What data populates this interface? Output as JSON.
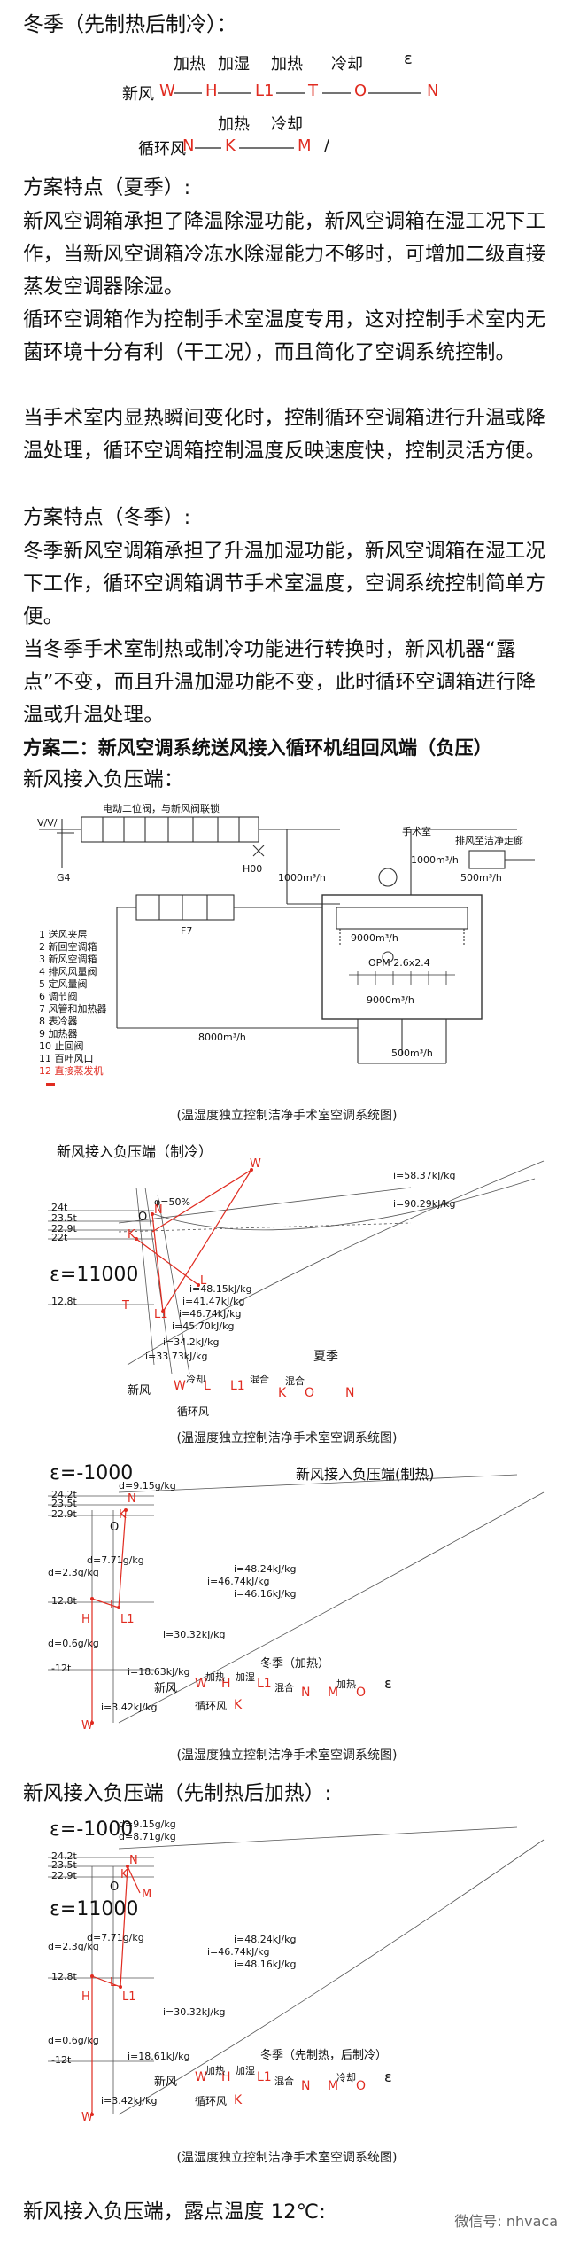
{
  "intro": {
    "title": "冬季（先制热后制冷）：",
    "proc_labels": [
      "加热",
      "加湿",
      "加热",
      "冷却",
      "ε"
    ],
    "fresh_label": "新风",
    "fresh_pts": [
      "W",
      "H",
      "L1",
      "T",
      "O",
      "N"
    ],
    "proc_labels2": [
      "加热",
      "冷却"
    ],
    "circ_label": "循环风",
    "circ_pts": [
      "N",
      "K",
      "M",
      "/"
    ]
  },
  "text": {
    "s1_title": "方案特点（夏季）:",
    "s1_p1": "新风空调箱承担了降温除湿功能，新风空调箱在湿工况下工作，当新风空调箱冷冻水除湿能力不够时，可增加二级直接蒸发空调器除湿。",
    "s1_p2": "循环空调箱作为控制手术室温度专用，这对控制手术室内无菌环境十分有利（干工况），而且简化了空调系统控制。",
    "s1_p3": "当手术室内显热瞬间变化时，控制循环空调箱进行升温或降温处理，循环空调箱控制温度反映速度快，控制灵活方便。",
    "s2_title": "方案特点（冬季）:",
    "s2_p1": "冬季新风空调箱承担了升温加湿功能，新风空调箱在湿工况下工作，循环空调箱调节手术室温度，空调系统控制简单方便。",
    "s2_p2": "当冬季手术室制热或制冷功能进行转换时，新风机器“露点”不变，而且升温加湿功能不变，此时循环空调箱进行降温或升温处理。",
    "plan2": "方案二：新风空调系统送风接入循环机组回风端（负压）",
    "sub1": "新风接入负压端：",
    "sub2": "新风接入负压端（先制热后加热）:",
    "sub3": "新风接入负压端，露点温度 12℃:"
  },
  "fig1": {
    "caption": "(温湿度独立控制洁净手术室空调系统图)",
    "top_note": "电动二位阀，与新风阀联锁",
    "room": "手术室",
    "clean_room": "排风至洁净走廊",
    "legend": [
      "1  送风夹层",
      "2  新回空调箱",
      "3  新风空调箱",
      "4  排风风量阀",
      "5  定风量阀",
      "6  调节阀",
      "7  风管和加热器",
      "8  表冷器",
      "9  加热器",
      "10  止回阀",
      "11  百叶风口",
      "12  直接蒸发机"
    ],
    "flow1": "1000m³/h",
    "flow2": "1000m³/h",
    "flow3": "9000m³/h",
    "flow4": "9000m³/h",
    "flow5": "8000m³/h",
    "flow6": "500m³/h",
    "flow7": "500m³/h",
    "opm": "OPM  2.6x2.4",
    "g4": "G4",
    "f7": "F7",
    "h00": "H00",
    "vivi": "V/V/"
  },
  "fig2": {
    "title": "新风接入负压端（制冷）",
    "eps": "ε=11000",
    "caption": "(温湿度独立控制洁净手术室空调系统图)",
    "season": "夏季",
    "temps": [
      "24t",
      "23.5t",
      "22.9t",
      "22t",
      "12.8t"
    ],
    "enth": [
      "i=58.37kJ/kg",
      "i=48.15kJ/kg",
      "i=41.47kJ/kg",
      "i=46.74kJ/kg",
      "i=45.70kJ/kg",
      "i=34.2kJ/kg",
      "i=33.73kJ/kg",
      "i=90.29kJ/kg"
    ],
    "pts": [
      "W",
      "N",
      "O",
      "K",
      "L",
      "L1",
      "T"
    ],
    "fresh": "新风",
    "circ": "循环风",
    "flow_pts": [
      "W",
      "L",
      "L1",
      "K",
      "O",
      "N"
    ],
    "flow_lbl": [
      "混合",
      "冷却",
      "混合"
    ],
    "phi": "φ=50%"
  },
  "fig3": {
    "title": "新风接入负压端(制热)",
    "eps": "ε=-1000",
    "caption": "(温湿度独立控制洁净手术室空调系统图)",
    "season": "冬季（加热）",
    "temps": [
      "24.2t",
      "23.5t",
      "22.9t",
      "12.8t",
      "-12t"
    ],
    "enth": [
      "i=48.24kJ/kg",
      "i=46.74kJ/kg",
      "i=46.16kJ/kg",
      "i=30.32kJ/kg",
      "i=18.63kJ/kg",
      "i=3.42kJ/kg"
    ],
    "d": [
      "d=9.15g/kg",
      "d=7.71g/kg",
      "d=2.3g/kg",
      "d=0.6g/kg"
    ],
    "pts": [
      "N",
      "K",
      "O",
      "L",
      "L1",
      "H",
      "W"
    ],
    "fresh": "新风",
    "circ": "循环风",
    "flow_pts": [
      "W",
      "H",
      "L1",
      "K",
      "N",
      "M",
      "O",
      "ε"
    ],
    "flow_lbl": [
      "加热",
      "加湿",
      "混合",
      "加热"
    ]
  },
  "fig4": {
    "eps1": "ε=-1000",
    "eps2": "ε=11000",
    "caption": "(温湿度独立控制洁净手术室空调系统图)",
    "season": "冬季（先制热，后制冷）",
    "temps": [
      "24.2t",
      "23.5t",
      "22.9t",
      "12.8t",
      "-12t"
    ],
    "enth": [
      "i=48.24kJ/kg",
      "i=46.74kJ/kg",
      "i=48.16kJ/kg",
      "i=30.32kJ/kg",
      "i=18.61kJ/kg",
      "i=3.42kJ/kg"
    ],
    "d": [
      "d=9.15g/kg",
      "d=8.71g/kg",
      "d=7.71g/kg",
      "d=2.3g/kg",
      "d=0.6g/kg"
    ],
    "pts": [
      "N",
      "M",
      "O",
      "K",
      "L",
      "L1",
      "H",
      "W"
    ],
    "fresh": "新风",
    "circ": "循环风",
    "flow_pts": [
      "W",
      "H",
      "L1",
      "K",
      "N",
      "M",
      "O",
      "ε"
    ],
    "flow_lbl": [
      "加热",
      "加湿",
      "混合",
      "冷却"
    ]
  },
  "watermark": "微信号: nhvaca"
}
